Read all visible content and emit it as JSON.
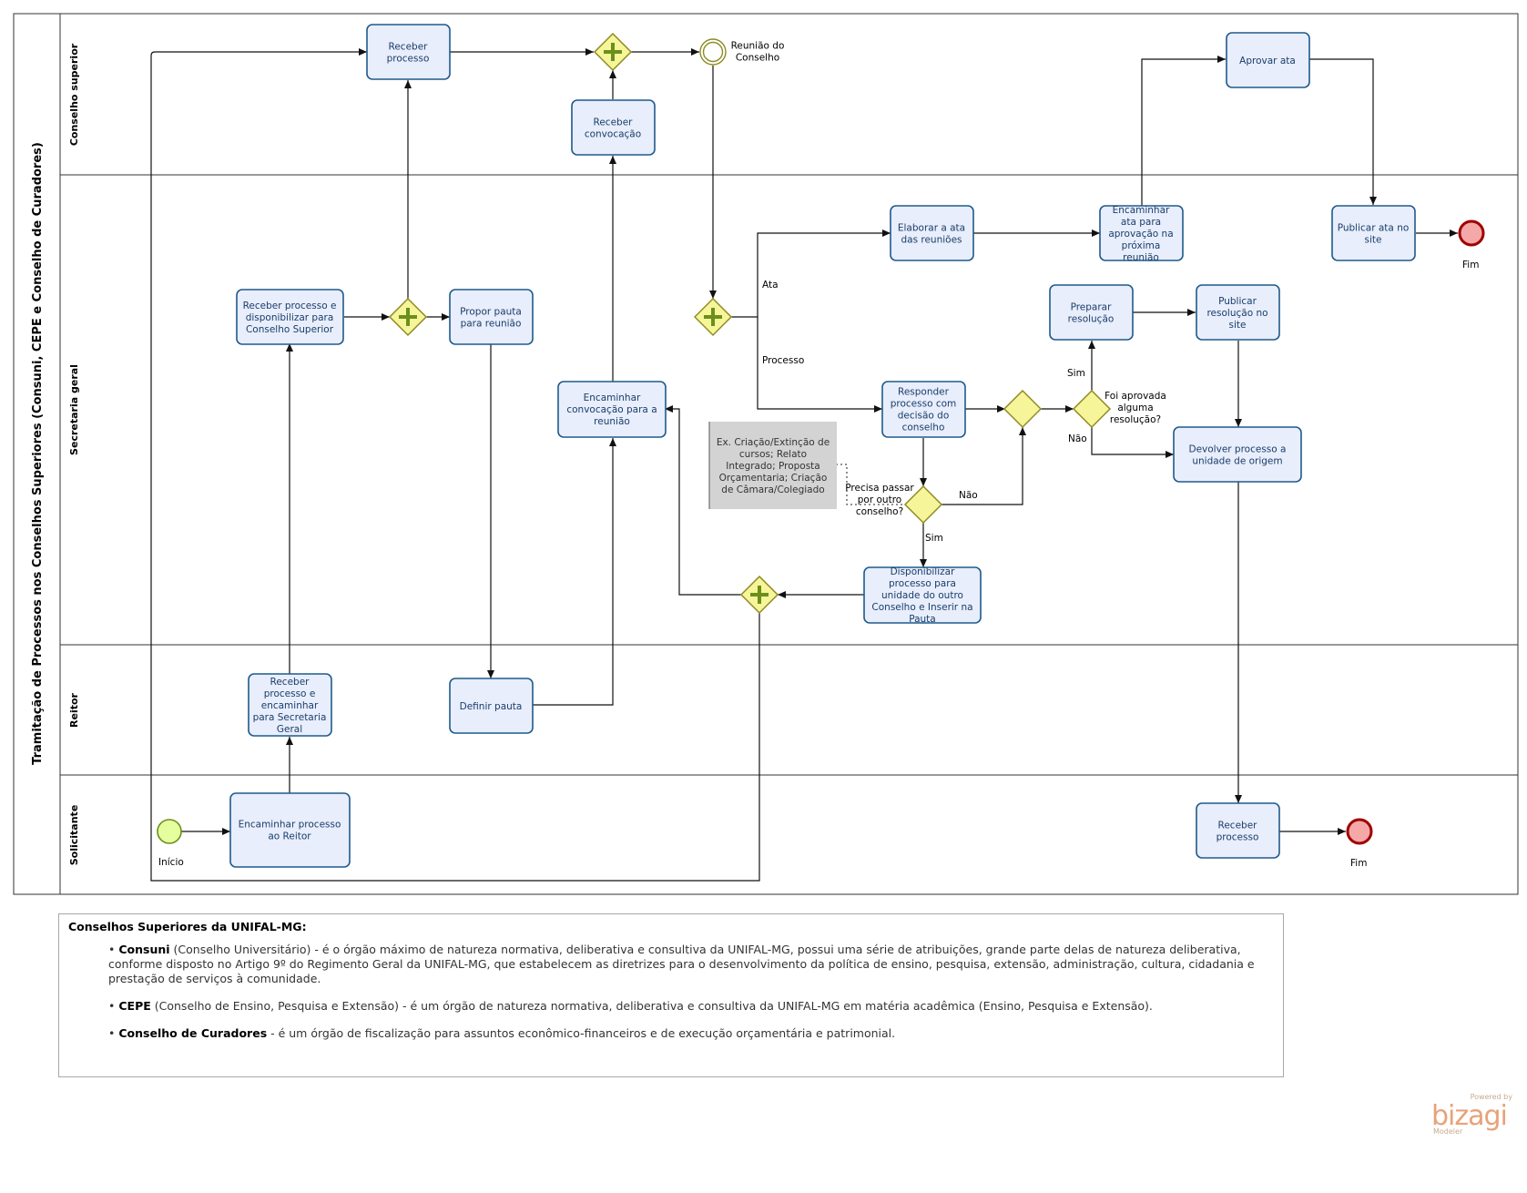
{
  "pool": {
    "title": "Tramitação de Processos nos Conselhos Superiores (Consuni, CEPE e Conselho de Curadores)"
  },
  "lanes": {
    "conselho": "Conselho superior",
    "secretaria": "Secretaria geral",
    "reitor": "Reitor",
    "solicitante": "Solicitante"
  },
  "tasks": {
    "cs_receber": "Receber processo",
    "cs_convocacao": "Receber convocação",
    "cs_aprovar_ata": "Aprovar ata",
    "sg_receber_disp": "Receber processo e disponibilizar para Conselho Superior",
    "sg_propor_pauta": "Propor pauta para reunião",
    "sg_encaminhar_conv": "Encaminhar convocação para a reunião",
    "sg_elaborar_ata": "Elaborar a ata das reuniões",
    "sg_encaminhar_ata": "Encaminhar ata para aprovação na próxima reunião",
    "sg_publicar_ata": "Publicar ata no site",
    "sg_preparar_res": "Preparar resolução",
    "sg_publicar_res": "Publicar resolução no site",
    "sg_responder": "Responder processo com decisão do conselho",
    "sg_devolver": "Devolver processo a unidade de origem",
    "sg_disponibilizar": "Disponibilizar processo para unidade do outro Conselho e Inserir na Pauta",
    "r_receber_enc": "Receber processo e encaminhar para Secretaria Geral",
    "r_definir_pauta": "Definir pauta",
    "s_encaminhar": "Encaminhar processo ao Reitor",
    "s_receber": "Receber processo"
  },
  "events": {
    "reuniao": "Reunião do Conselho",
    "inicio": "Início",
    "fim_secretaria": "Fim",
    "fim_solicitante": "Fim"
  },
  "gateways": {
    "outro_conselho": "Precisa passar por outro conselho?",
    "aprovada": "Foi aprovada alguma resolução?"
  },
  "flow_labels": {
    "ata": "Ata",
    "processo": "Processo",
    "sim_resolucao": "Sim",
    "nao_resolucao": "Não",
    "nao_outro": "Não",
    "sim_outro": "Sim"
  },
  "annotation": "Ex. Criação/Extinção de cursos; Relato Integrado; Proposta Orçamentaria; Criação de Câmara/Colegiado",
  "notes": {
    "title": "Conselhos Superiores da UNIFAL-MG:",
    "items": [
      {
        "term": "Consuni",
        "text": " (Conselho Universitário) - é o órgão máximo de natureza normativa, deliberativa e consultiva da UNIFAL-MG, possui uma série de atribuições, grande parte delas de natureza deliberativa, conforme disposto no Artigo 9º do Regimento Geral da UNIFAL-MG, que estabelecem as diretrizes para o desenvolvimento da política de ensino, pesquisa, extensão, administração, cultura, cidadania e prestação de serviços à comunidade."
      },
      {
        "term": "CEPE",
        "text": " (Conselho de Ensino, Pesquisa e Extensão) - é um órgão de natureza normativa, deliberativa e consultiva da UNIFAL-MG em matéria acadêmica (Ensino, Pesquisa e Extensão)."
      },
      {
        "term": "Conselho de Curadores",
        "text": " - é um órgão de fiscalização para assuntos econômico-financeiros e de execução orçamentária e patrimonial."
      }
    ]
  },
  "brand": {
    "powered": "Powered by",
    "logo": "bizagi",
    "sub": "Modeler"
  },
  "colors": {
    "task_fill": "#e8eefb",
    "task_stroke": "#1f5a8c",
    "gateway_fill": "#f7f59a",
    "gateway_stroke": "#8d8b22",
    "start_fill": "#e6ff9e",
    "end_fill": "#f5a8a8",
    "end_stroke": "#a00000",
    "annotation_fill": "#d3d3d3"
  }
}
